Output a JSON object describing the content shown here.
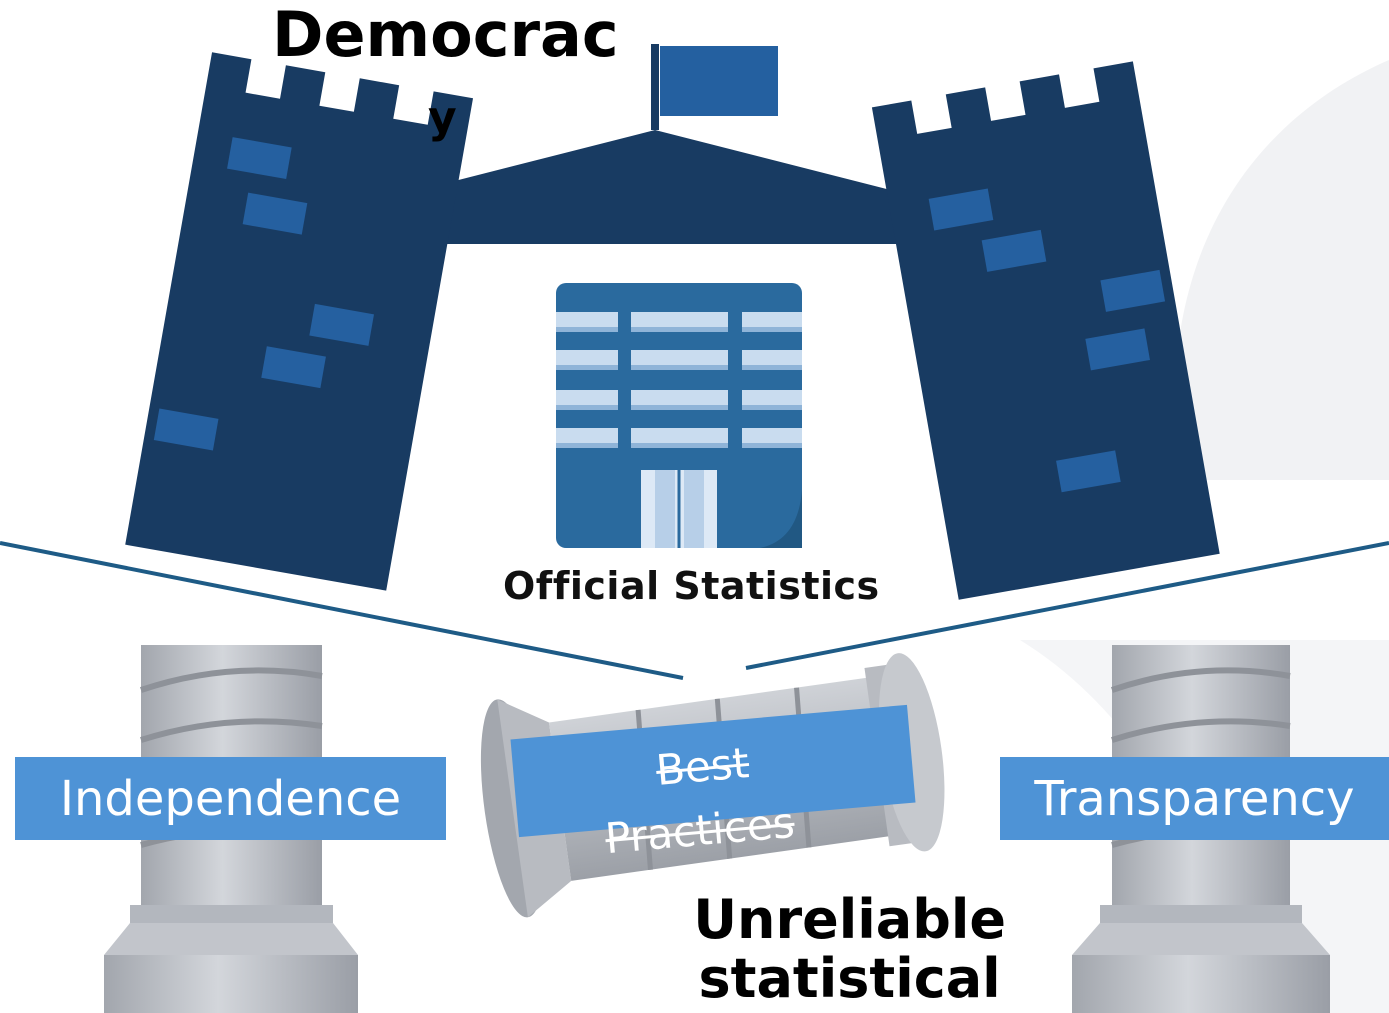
{
  "title": "Democrac",
  "title_tail": "y",
  "center_label": "Official Statistics",
  "pillars": {
    "left": "Independence",
    "middle_line1": "Best",
    "middle_line2": "Practices",
    "right": "Transparency"
  },
  "footer": {
    "line1": "Unreliable",
    "line2": "statistical"
  },
  "colors": {
    "castle": "#183b62",
    "brick": "#2560a0",
    "flag": "#2460a0",
    "building": "#2a6a9e",
    "window_stripe": "#c9dcef",
    "label_box": "#4e93d6",
    "line": "#1e5b86",
    "pillar": "#b9bcc3"
  },
  "icons": [
    "castle-tower-icon",
    "flag-icon",
    "office-building-icon",
    "column-pillar-icon"
  ]
}
